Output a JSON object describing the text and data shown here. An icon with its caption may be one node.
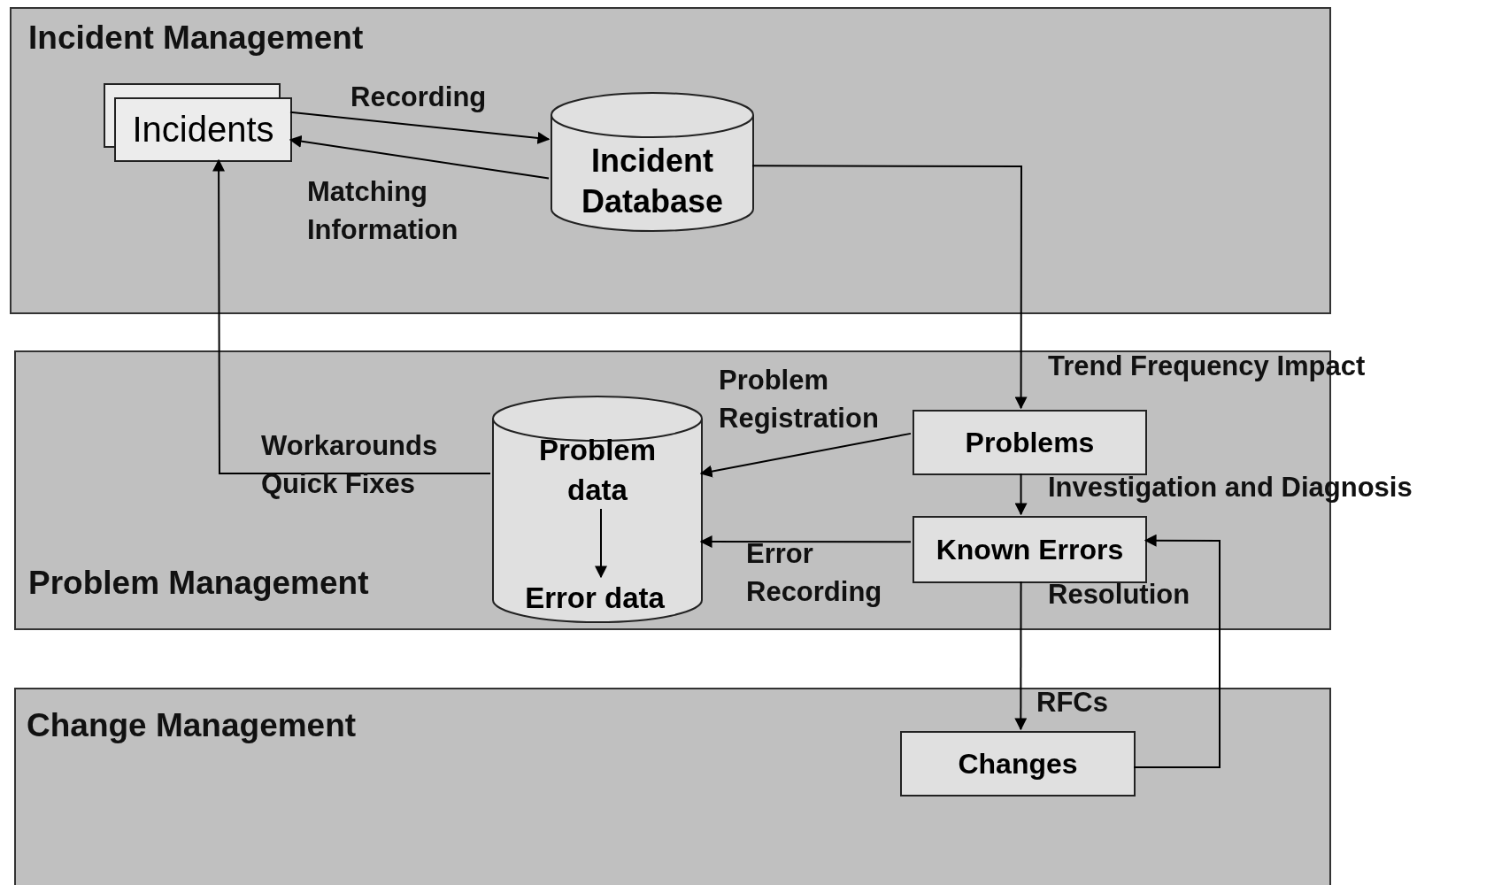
{
  "diagram": {
    "nodes": [
      {
        "text": [
          "Incident Management"
        ]
      },
      {
        "text": [
          "Incidents"
        ],
        "in": 0
      },
      {
        "text": [
          "Incident Database"
        ],
        "in": 0
      },
      {
        "text": [
          "Problem Management"
        ]
      },
      {
        "text": [],
        "shape": "cylinder",
        "in": 3
      },
      {
        "text": [
          "Problem data"
        ],
        "in": 4
      },
      {
        "text": [
          "Error data"
        ],
        "in": 4
      },
      {
        "text": [
          "Problems"
        ],
        "in": 3
      },
      {
        "text": [
          "Known Errors"
        ],
        "in": 3
      },
      {
        "text": [
          "Change Management"
        ]
      },
      {
        "text": [
          "Changes"
        ],
        "in": 9
      }
    ],
    "edges": [
      {
        "from": 1,
        "to": 2,
        "arrow": "to",
        "label": "Recording"
      },
      {
        "from": 2,
        "to": 1,
        "arrow": "to",
        "label": "Matching Information"
      },
      {
        "from": 2,
        "to": 7,
        "arrow": "to",
        "label": "Trend Frequency Impact"
      },
      {
        "from": 7,
        "to": 4,
        "arrow": "to",
        "label": "Problem Registration"
      },
      {
        "from": 8,
        "to": 4,
        "arrow": "to",
        "label": "Error Recording"
      },
      {
        "from": 4,
        "to": 1,
        "arrow": "to",
        "label": "Workarounds Quick Fixes"
      },
      {
        "from": 5,
        "to": 6,
        "arrow": "to"
      },
      {
        "from": 7,
        "to": 8,
        "arrow": "to",
        "label": "Investigation and Diagnosis"
      },
      {
        "from": 8,
        "to": 10,
        "arrow": "to",
        "label": "RFCs"
      },
      {
        "from": 10,
        "to": 8,
        "arrow": "to",
        "label": "Resolution"
      }
    ]
  }
}
